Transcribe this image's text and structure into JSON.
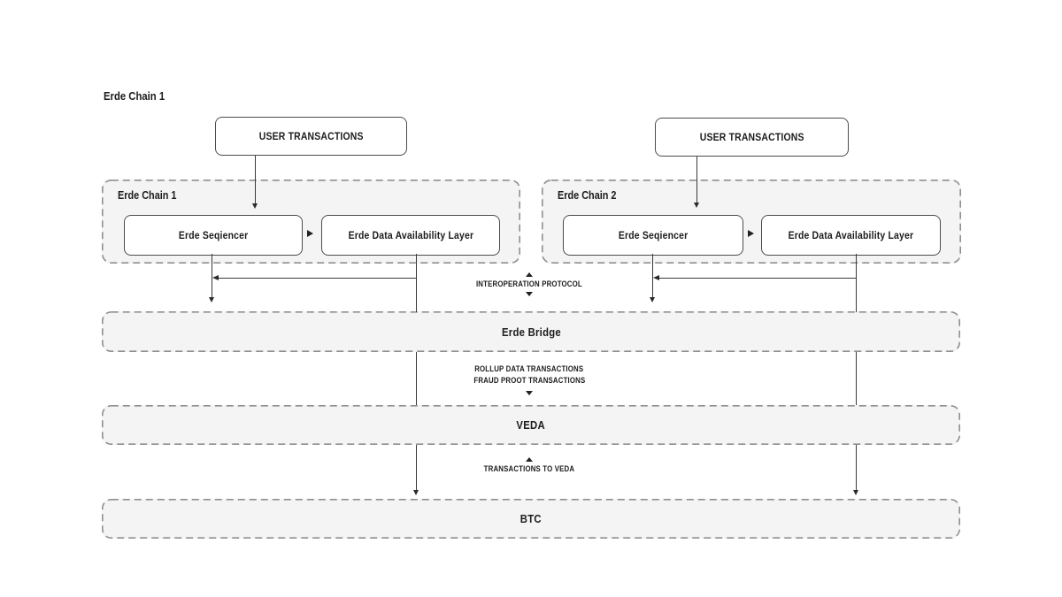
{
  "page": {
    "title": "Erde Chain 1"
  },
  "colors": {
    "background": "#ffffff",
    "container_fill": "#f4f4f4",
    "dashed_border": "#8f8f8f",
    "solid_border": "#4c4c4c",
    "text": "#1c1c1c",
    "arrow": "#3a3a3a"
  },
  "nodes": {
    "user_transactions_left": {
      "label": "USER TRANSACTIONS"
    },
    "user_transactions_right": {
      "label": "USER TRANSACTIONS"
    },
    "chain_left": {
      "label": "Erde Chain 1",
      "sequencer": {
        "label": "Erde Seqiencer"
      },
      "da_layer": {
        "label": "Erde Data Availability Layer"
      }
    },
    "chain_right": {
      "label": "Erde Chain 2",
      "sequencer": {
        "label": "Erde Seqiencer"
      },
      "da_layer": {
        "label": "Erde Data Availability Layer"
      }
    },
    "bridge": {
      "label": "Erde Bridge"
    },
    "veda": {
      "label": "VEDA"
    },
    "btc": {
      "label": "BTC"
    }
  },
  "edge_labels": {
    "interoperation_protocol": "INTEROPERATION PROTOCOL",
    "rollup_data_transactions": "ROLLUP DATA TRANSACTIONS",
    "fraud_proof_transactions": "FRAUD PROOT TRANSACTIONS",
    "transactions_to_veda": "TRANSACTIONS TO VEDA"
  }
}
